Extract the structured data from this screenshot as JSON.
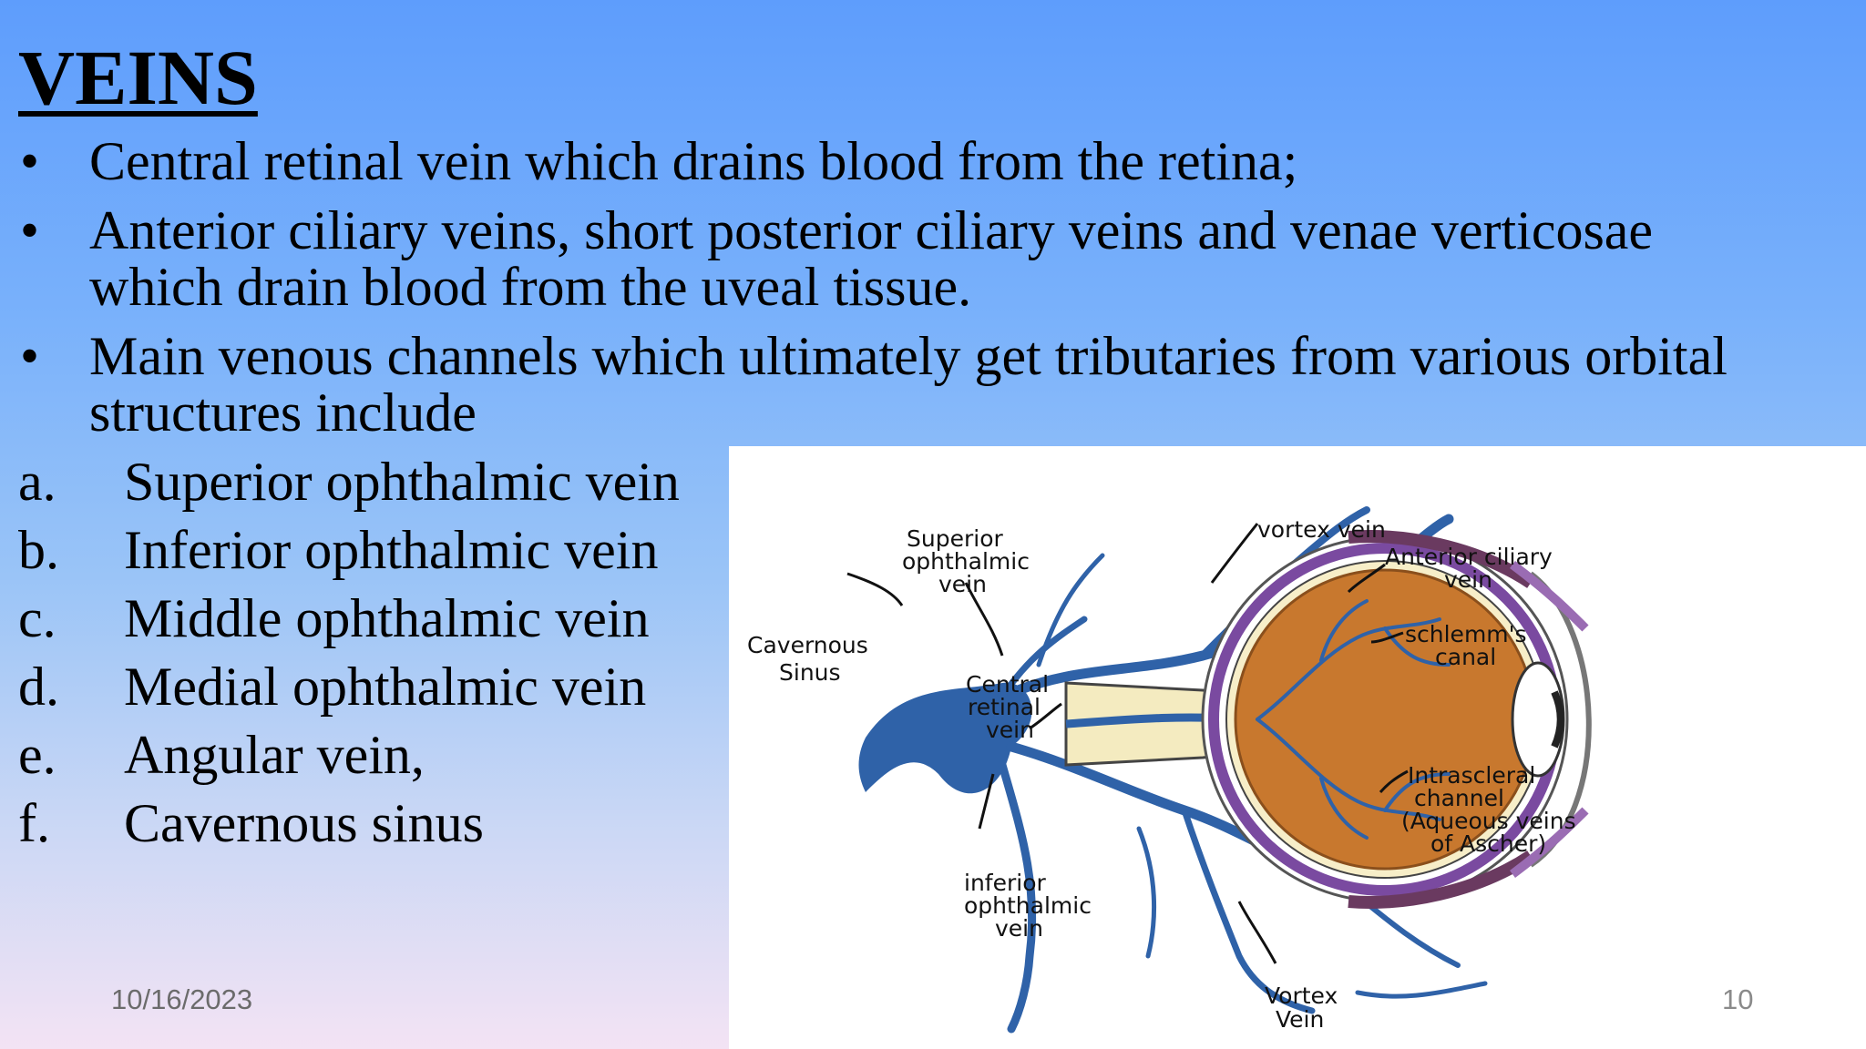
{
  "slide": {
    "title": "VEINS",
    "bullets": [
      {
        "lines": [
          "Central retinal vein which drains blood from the retina;"
        ]
      },
      {
        "lines": [
          "Anterior ciliary veins, short posterior ciliary veins and venae verticosae",
          "which drain blood from the uveal tissue."
        ]
      },
      {
        "lines": [
          "Main venous channels which ultimately get tributaries from various orbital",
          "structures include"
        ]
      }
    ],
    "bullet_symbol": "•",
    "subitems": [
      {
        "letter": "a.",
        "text": "Superior ophthalmic vein"
      },
      {
        "letter": "b.",
        "text": "Inferior ophthalmic vein"
      },
      {
        "letter": "c.",
        "text": "Middle ophthalmic vein"
      },
      {
        "letter": "d.",
        "text": "Medial ophthalmic vein"
      },
      {
        "letter": "e.",
        "text": "Angular vein,"
      },
      {
        "letter": "f.",
        "text": "Cavernous sinus"
      }
    ],
    "date": "10/16/2023",
    "page_number": "10"
  },
  "figure": {
    "labels": {
      "superior_ophthalmic_vein": [
        "Superior",
        "ophthalmic",
        "vein"
      ],
      "cavernous_sinus": [
        "Cavernous",
        "Sinus"
      ],
      "central_retinal_vein": [
        "Central",
        "retinal",
        "vein"
      ],
      "inferior_ophthalmic_vein": [
        "inferior",
        "ophthalmic",
        "vein"
      ],
      "vortex_vein_top": [
        "vortex vein"
      ],
      "anterior_ciliary_vein": [
        "Anterior ciliary",
        "vein"
      ],
      "schlemms_canal": [
        "schlemm's",
        "canal"
      ],
      "intrascleral_channel": [
        "Intrascleral",
        "channel",
        "(Aqueous veins",
        "of Ascher)"
      ],
      "vortex_vein_bottom": [
        "Vortex",
        "Vein"
      ]
    },
    "colors": {
      "vein": "#2f62a8",
      "iris_globe": "#c8782e",
      "sclera_border": "#7a4aa0",
      "optic_nerve": "#f4ebc0"
    }
  }
}
